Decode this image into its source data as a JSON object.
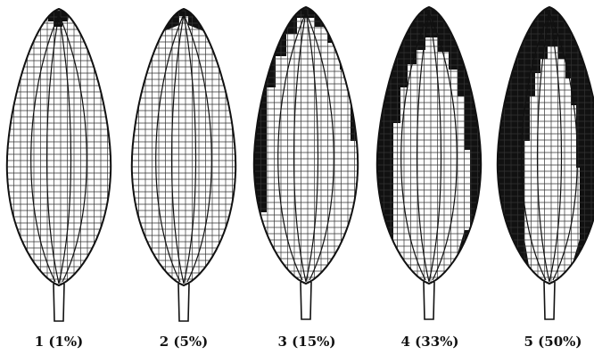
{
  "figure": {
    "colors": {
      "ink": "#111111",
      "paper": "#ffffff",
      "grid": "#333333"
    },
    "leaves": [
      {
        "label": "1 (1%)",
        "severity_percent": 1
      },
      {
        "label": "2 (5%)",
        "severity_percent": 5
      },
      {
        "label": "3 (15%)",
        "severity_percent": 15
      },
      {
        "label": "4 (33%)",
        "severity_percent": 33
      },
      {
        "label": "5 (50%)",
        "severity_percent": 50
      }
    ]
  }
}
